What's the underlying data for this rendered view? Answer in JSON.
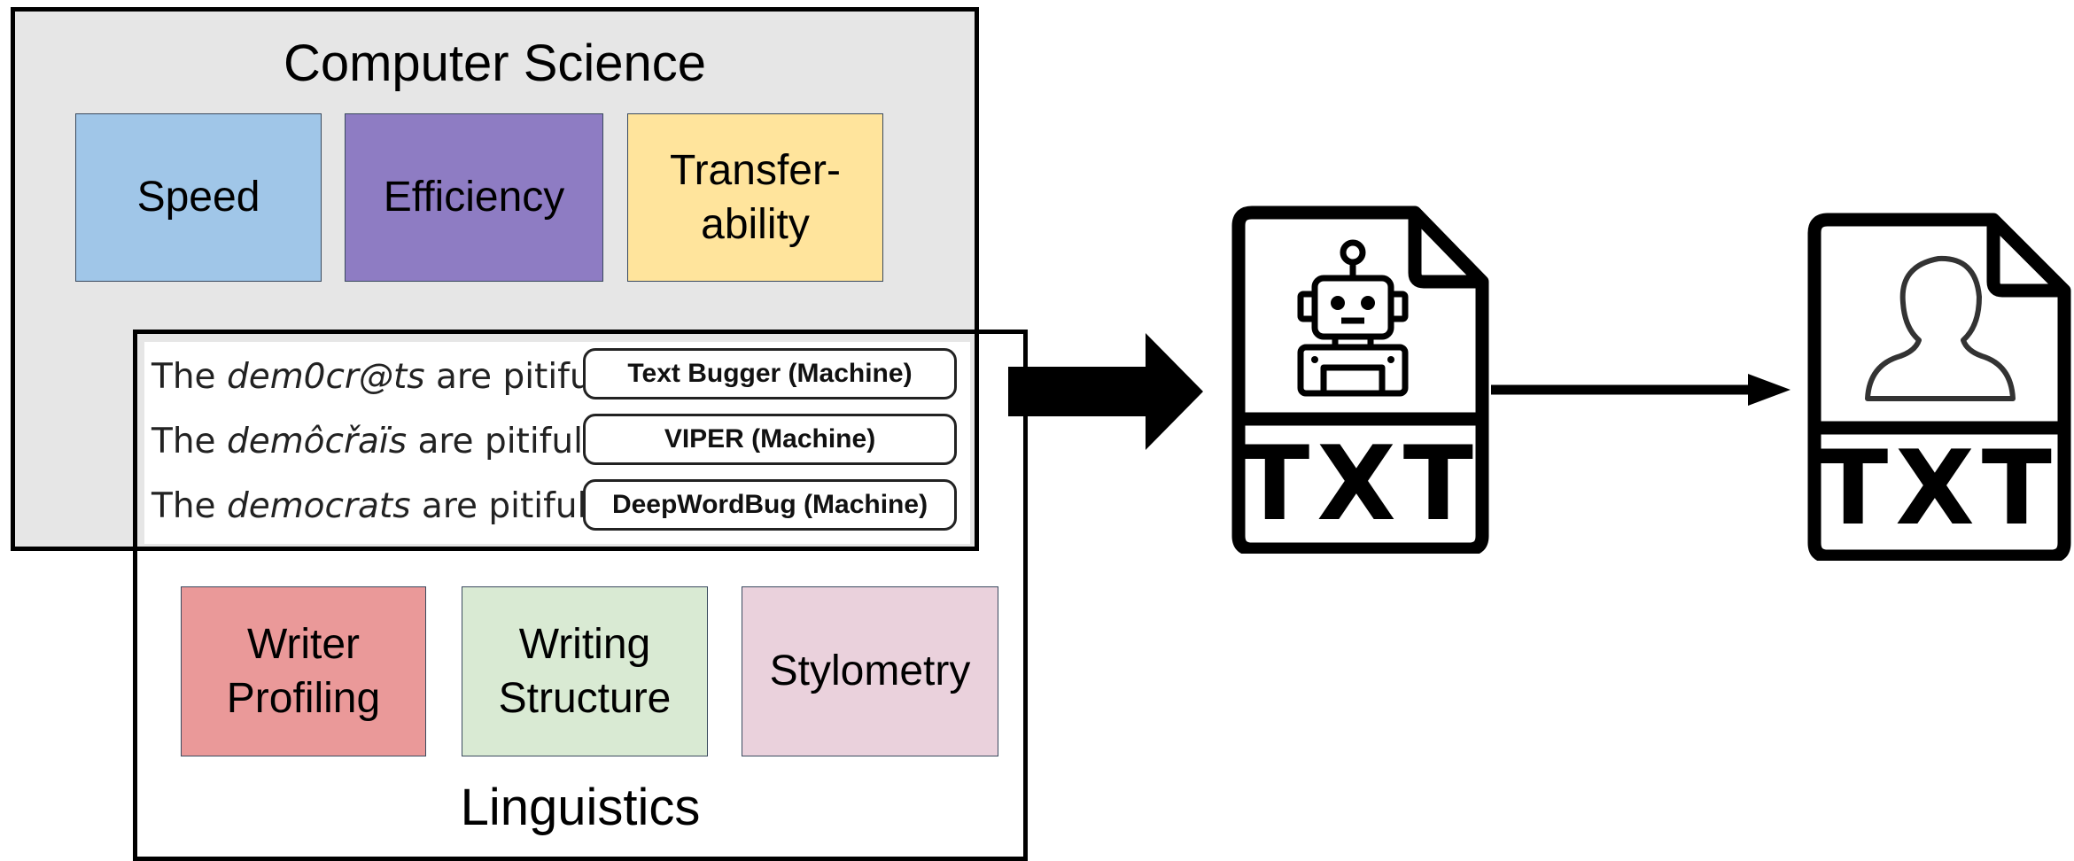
{
  "computer_science": {
    "title": "Computer Science",
    "categories": [
      {
        "label": "Speed",
        "color": "#a0c6e8"
      },
      {
        "label": "Efficiency",
        "color": "#8e7cc3"
      },
      {
        "label": "Transfer-\nability",
        "color": "#ffe49c"
      }
    ]
  },
  "examples": [
    {
      "prefix": "The ",
      "word": "dem0cr@ts",
      "suffix": " are pitiful",
      "badge": "Text Bugger (Machine)"
    },
    {
      "prefix": "The ",
      "word": "demôcřaïs",
      "suffix": " are pitiful",
      "badge": "VIPER (Machine)"
    },
    {
      "prefix": "The ",
      "word": "democrats",
      "suffix": " are pitiful",
      "badge": "DeepWordBug (Machine)"
    }
  ],
  "linguistics": {
    "title": "Linguistics",
    "categories": [
      {
        "label": "Writer\nProfiling",
        "color": "#ea9999"
      },
      {
        "label": "Writing\nStructure",
        "color": "#d9ead3"
      },
      {
        "label": "Stylometry",
        "color": "#ead1dc"
      }
    ]
  },
  "files": {
    "machine_label": "TXT",
    "human_label": "TXT",
    "machine_icon": "robot-icon",
    "human_icon": "person-icon"
  }
}
